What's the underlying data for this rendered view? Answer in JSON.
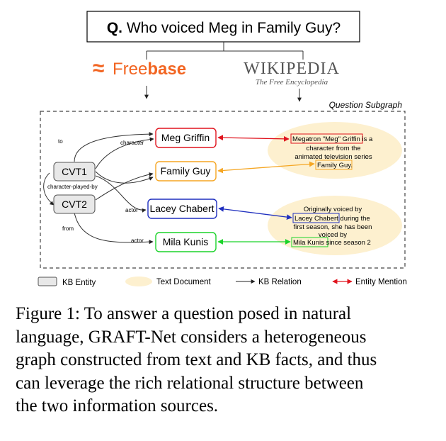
{
  "question": {
    "prefix": "Q.",
    "text": "Who voiced Meg in Family Guy?"
  },
  "sources": {
    "freebase": {
      "logo_mark": "≈",
      "free": "Free",
      "base": "base"
    },
    "wikipedia": {
      "word": "WIKIPEDIA",
      "tagline": "The Free Encyclopedia"
    }
  },
  "subgraph_label": "Question Subgraph",
  "kb_nodes": {
    "cvt1": "CVT1",
    "cvt2": "CVT2",
    "meg_griffin": "Meg Griffin",
    "family_guy": "Family Guy",
    "lacey_chabert": "Lacey Chabert",
    "mila_kunis": "Mila Kunis"
  },
  "edge_labels": {
    "to": "to",
    "character": "character",
    "character_played_by": "character-played-by",
    "actor_1": "actor",
    "from": "from",
    "actor_2": "actor"
  },
  "documents": {
    "doc1": {
      "line1_mention": "Megatron \"Meg\" Griffin",
      "line1_rest": " is a",
      "line2": "character from the",
      "line3": "animated television series",
      "line4_mention": "Family Guy."
    },
    "doc2": {
      "line1": "Originally voiced by",
      "line2_mention": "Lacey Chabert",
      "line2_rest": " during the",
      "line3": "first season, she has been",
      "line4": "voiced by",
      "line5_mention": "Mila Kunis",
      "line5_rest": " since season 2"
    }
  },
  "legend": {
    "kb_entity": "KB Entity",
    "text_document": "Text Document",
    "kb_relation": "KB Relation",
    "entity_mention": "Entity Mention"
  },
  "colors": {
    "meg_griffin": "#e0141e",
    "family_guy": "#f5a623",
    "lacey_chabert": "#1f2fbf",
    "mila_kunis": "#1bd32a",
    "document_fill": "#fdf0cf",
    "entity_fill": "#e8e8e8",
    "freebase_orange": "#f26522"
  },
  "caption": {
    "lines": [
      "Figure 1: To answer a question posed in natural",
      "language, GRAFT-Net considers a heterogeneous",
      "graph constructed from text and KB facts, and thus",
      "can leverage the rich relational structure between",
      "the two information sources."
    ]
  }
}
